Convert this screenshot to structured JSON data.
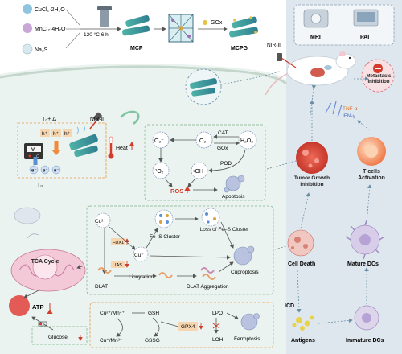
{
  "synthesis": {
    "reagents": [
      "CuCl₂·2H₂O",
      "MnCl₂·4H₂O",
      "Na₂S"
    ],
    "condition": "120 °C  6 h",
    "products": [
      "MCP",
      "MCPG"
    ],
    "gox_step": "GOx",
    "nir_label": "NIR-II"
  },
  "imaging": {
    "mri": "MRI",
    "pai": "PAI"
  },
  "metastasis": "Metastasis Inhibition",
  "cytokines": {
    "tnf": "TNF-α",
    "ifn": "IFN-γ"
  },
  "photothermal": {
    "nir": "NIR-II",
    "t_high": "T₀+ Δ T",
    "t_low": "T₀",
    "holes": "h⁺",
    "electrons": "e⁻",
    "v_label": "V",
    "heat": "Heat"
  },
  "ros_cascade": {
    "o2_minus": "O₂⁻",
    "o2": "O₂",
    "h2o2": "H₂O₂",
    "cat": "CAT",
    "gox": "GOx",
    "singlet_o2": "¹O₂",
    "oh": "•OH",
    "pod": "POD",
    "ros": "ROS",
    "apoptosis": "Apoptosis"
  },
  "cuproptosis": {
    "cu2": "Cu²⁺",
    "cu1": "Cu⁺",
    "fdx1": "FDX1",
    "lias": "LIAS",
    "fes_cluster": "Fe–S Cluster",
    "loss_fes": "Loss of Fe–S Cluster",
    "lipoylation": "Lipoylation",
    "dlat": "DLAT",
    "dlat_agg": "DLAT Aggregation",
    "cuproptosis": "Cuproptosis"
  },
  "metabolism": {
    "tca": "TCA Cycle",
    "atp": "ATP",
    "glucose": "Glucose"
  },
  "ferroptosis": {
    "cu_mn_high": "Cu²⁺/Mn⁴⁺",
    "gsh": "GSH",
    "cu_mn_low": "Cu⁺/Mn²⁺",
    "gssg": "GSSG",
    "gpx4": "GPX4",
    "lpo": "LPO",
    "loh": "LOH",
    "ferroptosis": "Ferroptosis"
  },
  "immune": {
    "tumor_growth": "Tumor Growth Inhibition",
    "t_cells": "T cells Activation",
    "cell_death": "Cell Death",
    "mature_dcs": "Mature DCs",
    "icd": "ICD",
    "antigens": "Antigens",
    "immature_dcs": "Immature DCs"
  },
  "colors": {
    "right_panel": "#dfe7ee",
    "tumor_bg": "#eaf3ef",
    "dashed_green": "#7fb38f",
    "dashed_orange": "#e39a4d",
    "ros_red": "#d33b2c",
    "cell_blue": "#7d8fb8",
    "tcell_orange": "#f07c4c",
    "antigen_yellow": "#e8d24a",
    "dc_purple": "#a08ac2"
  }
}
